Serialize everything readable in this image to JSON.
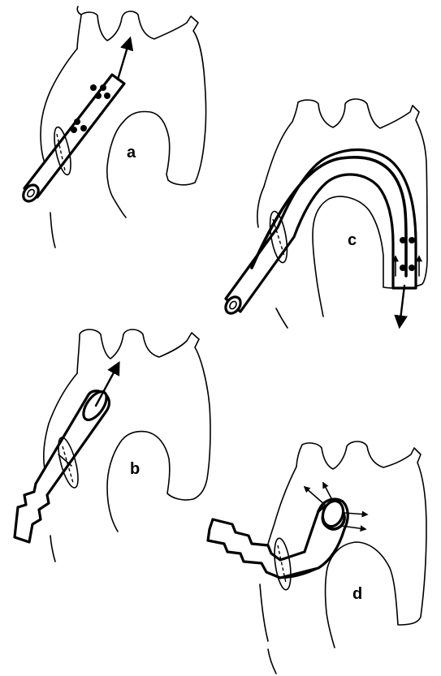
{
  "figure": {
    "panels": [
      {
        "id": "a",
        "label": "a",
        "arrow_direction": "up"
      },
      {
        "id": "b",
        "label": "b",
        "arrow_direction": "up"
      },
      {
        "id": "c",
        "label": "c",
        "arrow_direction": "down"
      },
      {
        "id": "d",
        "label": "d",
        "arrow_direction": "right"
      }
    ]
  }
}
